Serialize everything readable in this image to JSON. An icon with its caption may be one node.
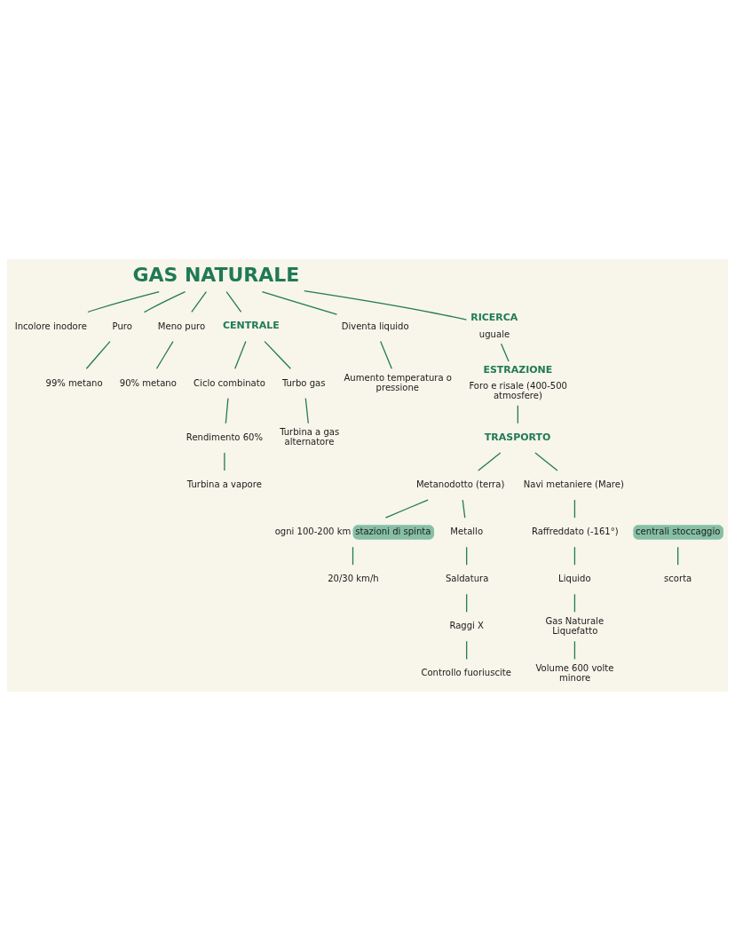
{
  "diagram": {
    "nodes": [
      {
        "text": [
          "99% metano"
        ]
      },
      {
        "text": [
          "Incolore inodore"
        ]
      },
      {
        "text": [
          "Puro"
        ]
      },
      {
        "text": [
          "90% metano"
        ]
      },
      {
        "text": [
          "Meno puro"
        ]
      },
      {
        "text": [
          "GAS NATURALE"
        ]
      },
      {
        "text": [
          "CENTRALE"
        ]
      },
      {
        "text": [
          "Ciclo combinato"
        ]
      },
      {
        "text": [
          "Rendimento 60%"
        ]
      },
      {
        "text": [
          "Turbina a vapore"
        ]
      },
      {
        "text": [
          "Turbo gas"
        ]
      },
      {
        "text": [
          "Turbina a gas alternatore"
        ]
      },
      {
        "text": [
          "Diventa liquido"
        ]
      },
      {
        "text": [
          "Aumento temperatura o pressione"
        ]
      },
      {
        "text": [
          "RICERCA",
          "uguale"
        ]
      },
      {
        "text": [
          "ESTRAZIONE",
          "Foro e risale (400-500 atmosfere)"
        ]
      },
      {
        "text": [
          "TRASPORTO"
        ]
      },
      {
        "text": [
          "Metanodotto (terra)"
        ]
      },
      {
        "text": [
          "Navi metaniere (Mare)"
        ]
      },
      {
        "text": [
          "stazioni di spinta"
        ],
        "beside": [
          "ogni 100-200 km"
        ]
      },
      {
        "text": [
          "20/30 km/h"
        ]
      },
      {
        "text": [
          "centrali stoccaggio"
        ]
      },
      {
        "text": [
          "scorta"
        ]
      },
      {
        "text": [
          "Raffreddato (-161°)"
        ]
      },
      {
        "text": [
          "Liquido"
        ]
      },
      {
        "text": [
          "Gas Naturale Liquefatto"
        ]
      },
      {
        "text": [
          "Volume 600 volte minore"
        ]
      },
      {
        "text": [
          "Metallo"
        ]
      },
      {
        "text": [
          "Saldatura"
        ]
      },
      {
        "text": [
          "Raggi X"
        ]
      },
      {
        "text": [
          "Controllo fuoriuscite"
        ]
      }
    ],
    "edges": [
      {
        "from": 5,
        "to": 1,
        "arrow": "none"
      },
      {
        "from": 5,
        "to": 2,
        "arrow": "none"
      },
      {
        "from": 2,
        "to": 0,
        "arrow": "none"
      },
      {
        "from": 5,
        "to": 4,
        "arrow": "none"
      },
      {
        "from": 4,
        "to": 3,
        "arrow": "none"
      },
      {
        "from": 5,
        "to": 6,
        "arrow": "none"
      },
      {
        "from": 6,
        "to": 7,
        "arrow": "none"
      },
      {
        "from": 7,
        "to": 8,
        "arrow": "none"
      },
      {
        "from": 8,
        "to": 9,
        "arrow": "none"
      },
      {
        "from": 6,
        "to": 10,
        "arrow": "none"
      },
      {
        "from": 10,
        "to": 11,
        "arrow": "none"
      },
      {
        "from": 5,
        "to": 12,
        "arrow": "none"
      },
      {
        "from": 12,
        "to": 13,
        "arrow": "none"
      },
      {
        "from": 5,
        "to": 14,
        "arrow": "none"
      },
      {
        "from": 14,
        "to": 15,
        "arrow": "none"
      },
      {
        "from": 15,
        "to": 16,
        "arrow": "none"
      },
      {
        "from": 16,
        "to": 17,
        "arrow": "none"
      },
      {
        "from": 16,
        "to": 18,
        "arrow": "none"
      },
      {
        "from": 17,
        "to": 19,
        "arrow": "none"
      },
      {
        "from": 19,
        "to": 20,
        "arrow": "none"
      },
      {
        "from": 21,
        "to": 22,
        "arrow": "none"
      },
      {
        "from": 18,
        "to": 23,
        "arrow": "none"
      },
      {
        "from": 23,
        "to": 24,
        "arrow": "none"
      },
      {
        "from": 24,
        "to": 25,
        "arrow": "none"
      },
      {
        "from": 25,
        "to": 26,
        "arrow": "none"
      },
      {
        "from": 17,
        "to": 27,
        "arrow": "none"
      },
      {
        "from": 27,
        "to": 28,
        "arrow": "none"
      },
      {
        "from": 28,
        "to": 29,
        "arrow": "none"
      },
      {
        "from": 29,
        "to": 30,
        "arrow": "none"
      }
    ]
  }
}
